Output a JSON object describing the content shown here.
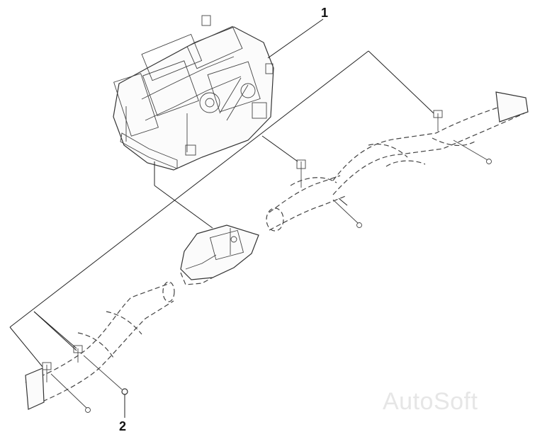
{
  "callouts": {
    "one": "1",
    "two": "2"
  },
  "watermark": "AutoSoft",
  "colors": {
    "line": "#333333",
    "background": "#ffffff",
    "watermark": "#e6e6e6"
  }
}
